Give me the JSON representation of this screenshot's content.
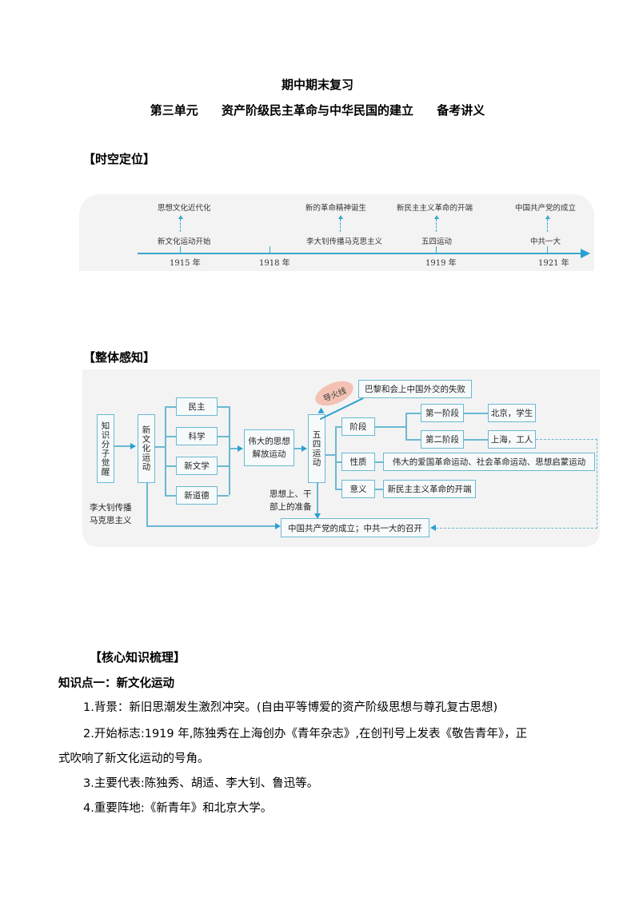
{
  "header": {
    "title": "期中期末复习",
    "subtitle_parts": [
      "第三单元",
      "资产阶级民主革命与中华民国的建立",
      "备考讲义"
    ]
  },
  "sections": {
    "spacetime": "【时空定位】",
    "overview": "【整体感知】",
    "core": "【核心知识梳理】"
  },
  "timeline": {
    "events": [
      {
        "year": "1915 年",
        "event": "新文化运动开始",
        "significance": "思想文化近代化"
      },
      {
        "year": "1918 年",
        "event": "李大钊传播马克思主义",
        "significance": "新的革命精神诞生"
      },
      {
        "year": "1919 年",
        "event": "五四运动",
        "significance": "新民主主义革命的开端"
      },
      {
        "year": "1921 年",
        "event": "中共一大",
        "significance": "中国共产党的成立"
      }
    ]
  },
  "flow": {
    "zhishi": "知识分子觉醒",
    "xinwenhua": "新文化运动",
    "branches": [
      "民主",
      "科学",
      "新文学",
      "新道德"
    ],
    "jiefang": "伟大的思想解放运动",
    "wusi": "五四运动",
    "cloud": "导火线",
    "bali": "巴黎和会上中国外交的失败",
    "jieduan": "阶段",
    "stage1": "第一阶段",
    "stage1_detail": "北京，学生",
    "stage2": "第二阶段",
    "stage2_detail": "上海，工人",
    "xingzhi": "性质",
    "xingzhi_detail": "伟大的爱国革命运动、社会革命运动、思想启蒙运动",
    "yiyi": "意义",
    "yiyi_detail": "新民主主义革命的开端",
    "prep_line1": "思想上、干",
    "prep_line2": "部上的准备",
    "li_line1": "李大钊传播",
    "li_line2": "马克思主义",
    "cpc": "中国共产党的成立；中共一大的召开"
  },
  "knowledge": {
    "point_title": "知识点一：新文化运动",
    "items": [
      "1.背景：新旧思潮发生激烈冲突。(自由平等博爱的资产阶级思想与尊孔复古思想)",
      "2.开始标志:1919 年,陈独秀在上海创办《青年杂志》,在创刊号上发表《敬告青年》，正",
      "式吹响了新文化运动的号角。",
      "3.主要代表:陈独秀、胡适、李大钊、鲁迅等。",
      "4.重要阵地:《新青年》和北京大学。"
    ]
  },
  "colors": {
    "accent_line": "#6ab9d3",
    "arrow": "#2b9fd0",
    "panel_bg": "#f3f3f3",
    "cloud": "#f3c2b4"
  }
}
